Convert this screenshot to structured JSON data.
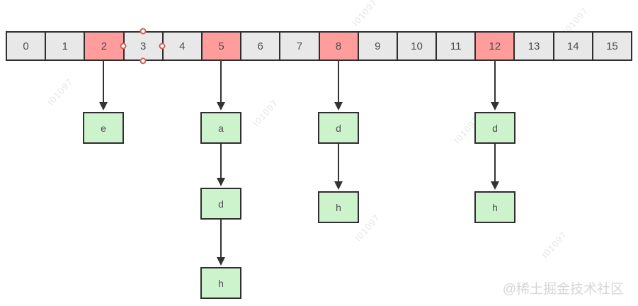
{
  "array": {
    "cells": [
      {
        "label": "0",
        "highlighted": false
      },
      {
        "label": "1",
        "highlighted": false
      },
      {
        "label": "2",
        "highlighted": true
      },
      {
        "label": "3",
        "highlighted": false
      },
      {
        "label": "4",
        "highlighted": false
      },
      {
        "label": "5",
        "highlighted": true
      },
      {
        "label": "6",
        "highlighted": false
      },
      {
        "label": "7",
        "highlighted": false
      },
      {
        "label": "8",
        "highlighted": true
      },
      {
        "label": "9",
        "highlighted": false
      },
      {
        "label": "10",
        "highlighted": false
      },
      {
        "label": "11",
        "highlighted": false
      },
      {
        "label": "12",
        "highlighted": true
      },
      {
        "label": "13",
        "highlighted": false
      },
      {
        "label": "14",
        "highlighted": false
      },
      {
        "label": "15",
        "highlighted": false
      }
    ],
    "highlighted_indices": [
      2,
      5,
      8,
      12
    ],
    "selected_cell_index": 3
  },
  "chains": [
    {
      "bucket": "2",
      "nodes": [
        "e"
      ]
    },
    {
      "bucket": "5",
      "nodes": [
        "a",
        "d",
        "h"
      ]
    },
    {
      "bucket": "8",
      "nodes": [
        "d",
        "h"
      ]
    },
    {
      "bucket": "12",
      "nodes": [
        "d",
        "h"
      ]
    }
  ],
  "watermarks": {
    "diagonal_text": "I01097",
    "footer_text": "@稀土掘金技术社区"
  },
  "colors": {
    "cell_bg": "#e8e8e8",
    "cell_highlight": "#ff9d9d",
    "node_bg": "#cdf3cd",
    "border": "#2e2e2e",
    "handle_ring": "#cf5b5b",
    "arrow": "#333333"
  }
}
